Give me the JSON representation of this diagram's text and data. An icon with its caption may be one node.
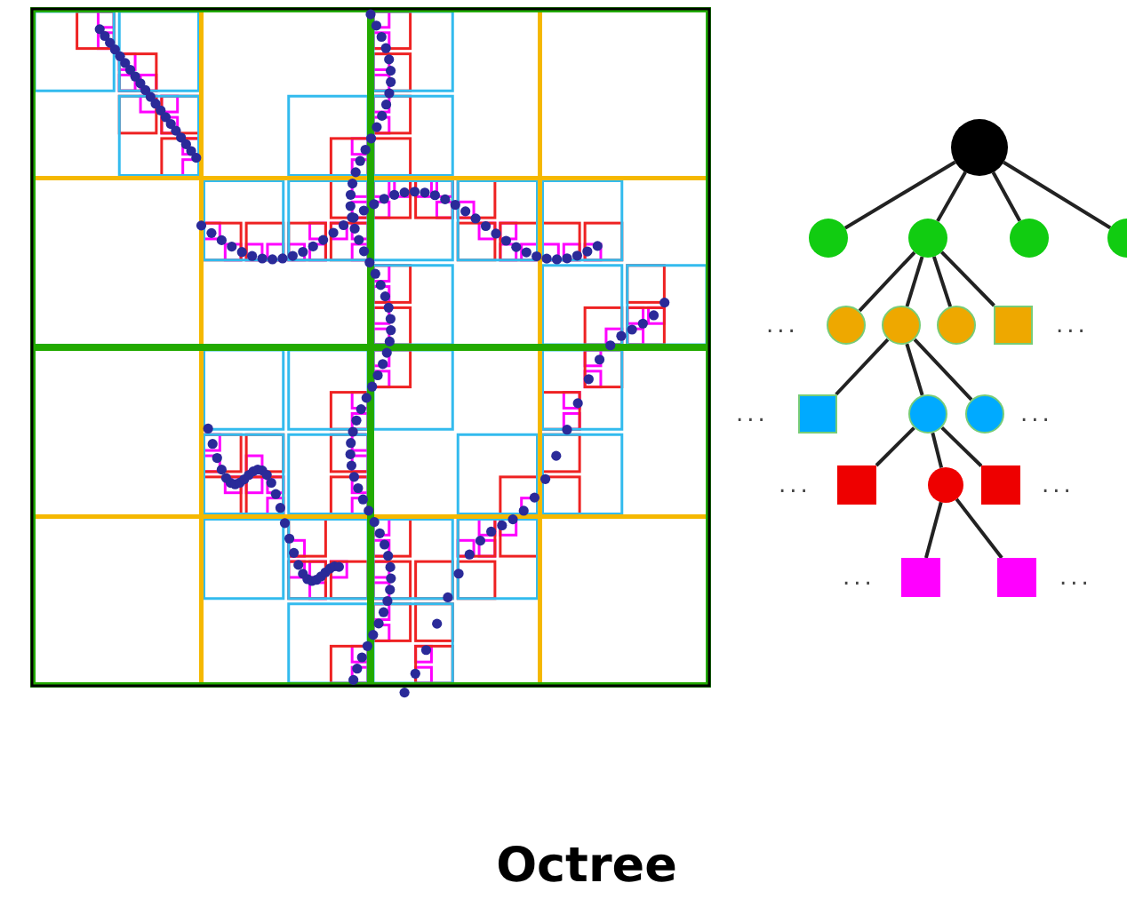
{
  "diagram": {
    "title": "Octree",
    "nodes": [
      {
        "text": [],
        "shape": "circle"
      },
      {
        "text": [],
        "shape": "circle"
      },
      {
        "text": [],
        "shape": "circle"
      },
      {
        "text": [],
        "shape": "circle"
      },
      {
        "text": [],
        "shape": "circle"
      },
      {
        "text": [],
        "shape": "circle"
      },
      {
        "text": [],
        "shape": "circle"
      },
      {
        "text": [],
        "shape": "circle"
      },
      {
        "text": [],
        "shape": "box"
      },
      {
        "text": [],
        "shape": "box"
      },
      {
        "text": [],
        "shape": "circle"
      },
      {
        "text": [],
        "shape": "circle"
      },
      {
        "text": [],
        "shape": "box"
      },
      {
        "text": [],
        "shape": "circle"
      },
      {
        "text": [],
        "shape": "box"
      },
      {
        "text": [],
        "shape": "box"
      },
      {
        "text": [],
        "shape": "box"
      }
    ],
    "edges": [
      {
        "from": 0,
        "to": 1,
        "arrow": "none"
      },
      {
        "from": 0,
        "to": 2,
        "arrow": "none"
      },
      {
        "from": 0,
        "to": 3,
        "arrow": "none"
      },
      {
        "from": 0,
        "to": 4,
        "arrow": "none"
      },
      {
        "from": 2,
        "to": 5,
        "arrow": "none"
      },
      {
        "from": 2,
        "to": 6,
        "arrow": "none"
      },
      {
        "from": 2,
        "to": 7,
        "arrow": "none"
      },
      {
        "from": 2,
        "to": 8,
        "arrow": "none"
      },
      {
        "from": 6,
        "to": 9,
        "arrow": "none"
      },
      {
        "from": 6,
        "to": 10,
        "arrow": "none"
      },
      {
        "from": 6,
        "to": 11,
        "arrow": "none"
      },
      {
        "from": 10,
        "to": 12,
        "arrow": "none"
      },
      {
        "from": 10,
        "to": 13,
        "arrow": "none"
      },
      {
        "from": 10,
        "to": 14,
        "arrow": "none"
      },
      {
        "from": 13,
        "to": 15,
        "arrow": "none"
      },
      {
        "from": 13,
        "to": 16,
        "arrow": "none"
      }
    ],
    "labels": [
      "...",
      "...",
      "...",
      "...",
      "...",
      "...",
      "...",
      "..."
    ]
  }
}
